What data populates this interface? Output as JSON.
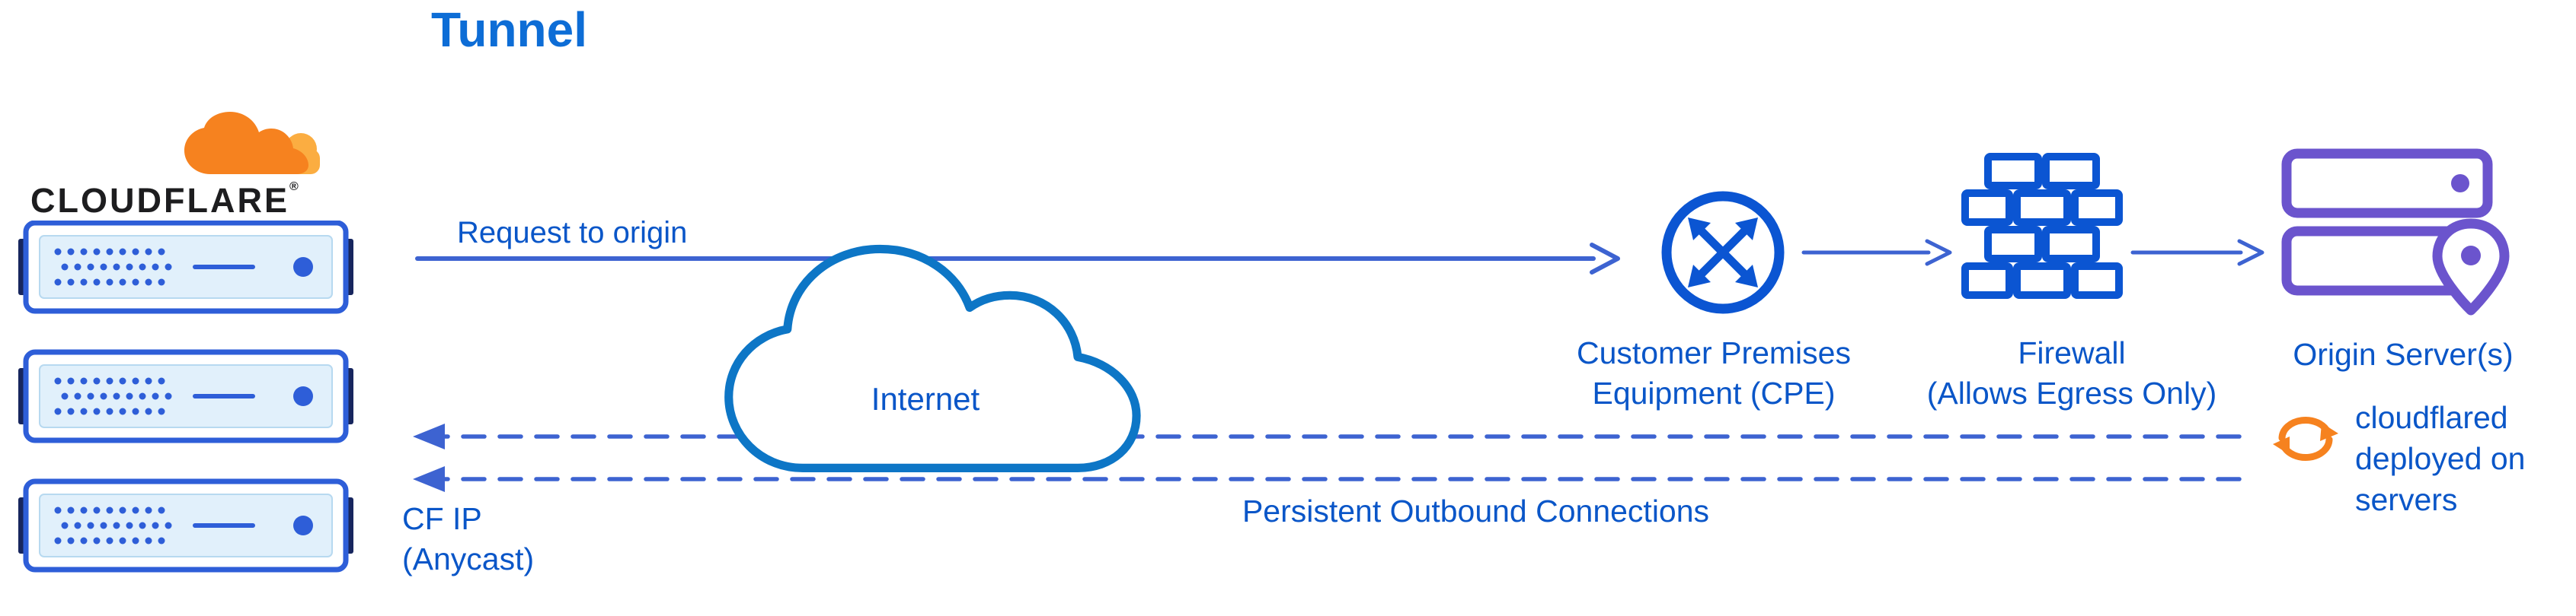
{
  "title": "Tunnel",
  "brand": {
    "name": "CLOUDFLARE",
    "registered": "®"
  },
  "edge": {
    "ip_label": [
      "CF IP",
      "(Anycast)"
    ]
  },
  "flows": {
    "request": "Request to origin",
    "persistent": "Persistent Outbound Connections"
  },
  "nodes": {
    "internet": "Internet",
    "cpe": [
      "Customer Premises",
      "Equipment (CPE)"
    ],
    "firewall": [
      "Firewall",
      "(Allows Egress Only)"
    ],
    "origin": "Origin Server(s)",
    "cloudflared": [
      "cloudflared",
      "deployed on",
      "servers"
    ]
  },
  "colors": {
    "label_blue": "#0a56c8",
    "title_blue": "#0d6dd6",
    "line_blue": "#3d63d1",
    "cloud_stroke_blue": "#0d76c6",
    "icon_blue": "#0b55d2",
    "server_blue": "#2e5ed8",
    "server_panel": "#e1f0fb",
    "server_cap_navy": "#17265e",
    "origin_purple": "#6b54cd",
    "brand_orange": "#f6821f",
    "brand_orange_light": "#fbad41",
    "brand_text": "#1d1d1f"
  },
  "icons": {
    "cloudflare_logo": "orange-cloud-logo",
    "edge_server": "blue-rack-server",
    "internet": "cloud-outline",
    "cpe": "circle-crossed-arrows-router",
    "firewall": "brick-wall",
    "origin": "stacked-servers-with-location-pin",
    "cloudflared": "orange-sync-arrows"
  }
}
